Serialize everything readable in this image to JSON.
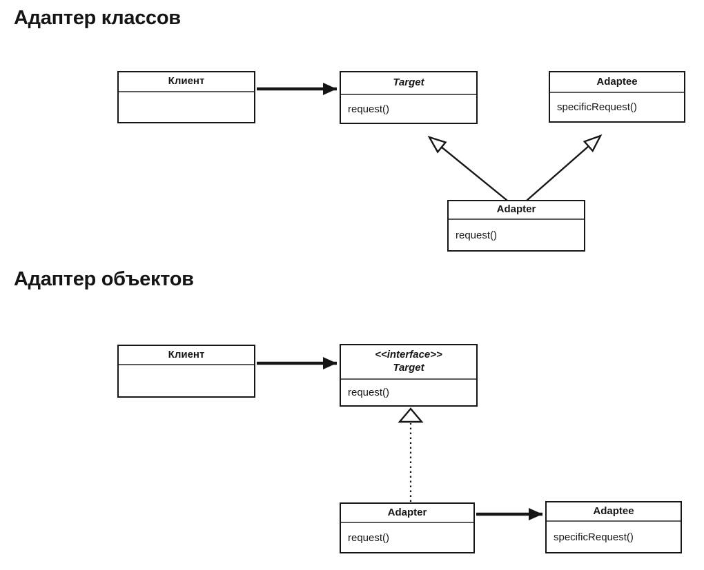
{
  "colors": {
    "background": "#ffffff",
    "line": "#161616",
    "compartment_divider": "#5a5a5a"
  },
  "sections": [
    {
      "title": "Адаптер классов",
      "classes": [
        {
          "name": "Клиент",
          "methods": []
        },
        {
          "name": "Target",
          "name_italic": true,
          "methods": [
            "request()"
          ]
        },
        {
          "name": "Adaptee",
          "methods": [
            "specificRequest()"
          ]
        },
        {
          "name": "Adapter",
          "methods": [
            "request()"
          ]
        }
      ],
      "relations": [
        {
          "from": "Клиент",
          "to": "Target",
          "type": "association"
        },
        {
          "from": "Adapter",
          "to": "Target",
          "type": "generalization"
        },
        {
          "from": "Adapter",
          "to": "Adaptee",
          "type": "generalization"
        }
      ]
    },
    {
      "title": "Адаптер объектов",
      "classes": [
        {
          "name": "Клиент",
          "methods": []
        },
        {
          "name": "Target",
          "stereotype": "<<interface>>",
          "name_italic": true,
          "methods": [
            "request()"
          ]
        },
        {
          "name": "Adapter",
          "methods": [
            "request()"
          ]
        },
        {
          "name": "Adaptee",
          "methods": [
            "specificRequest()"
          ]
        }
      ],
      "relations": [
        {
          "from": "Клиент",
          "to": "Target",
          "type": "association"
        },
        {
          "from": "Adapter",
          "to": "Target",
          "type": "realization"
        },
        {
          "from": "Adapter",
          "to": "Adaptee",
          "type": "association"
        }
      ]
    }
  ]
}
